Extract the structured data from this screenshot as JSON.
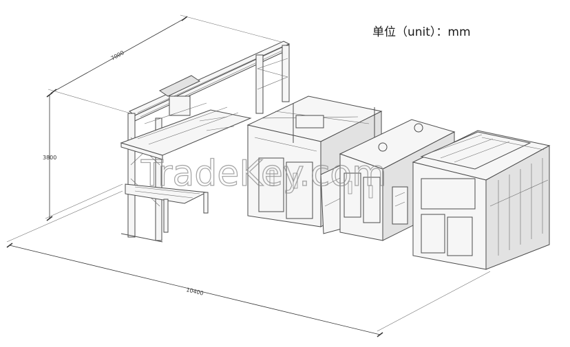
{
  "unit_label": "单位（unit）：mm",
  "dimensions": {
    "depth": "7000",
    "height": "3800",
    "length": "10400"
  },
  "watermark": "TradeKey.com",
  "colors": {
    "line": "#4a4a4a",
    "background": "#ffffff",
    "watermark": "#8a8a8a"
  }
}
